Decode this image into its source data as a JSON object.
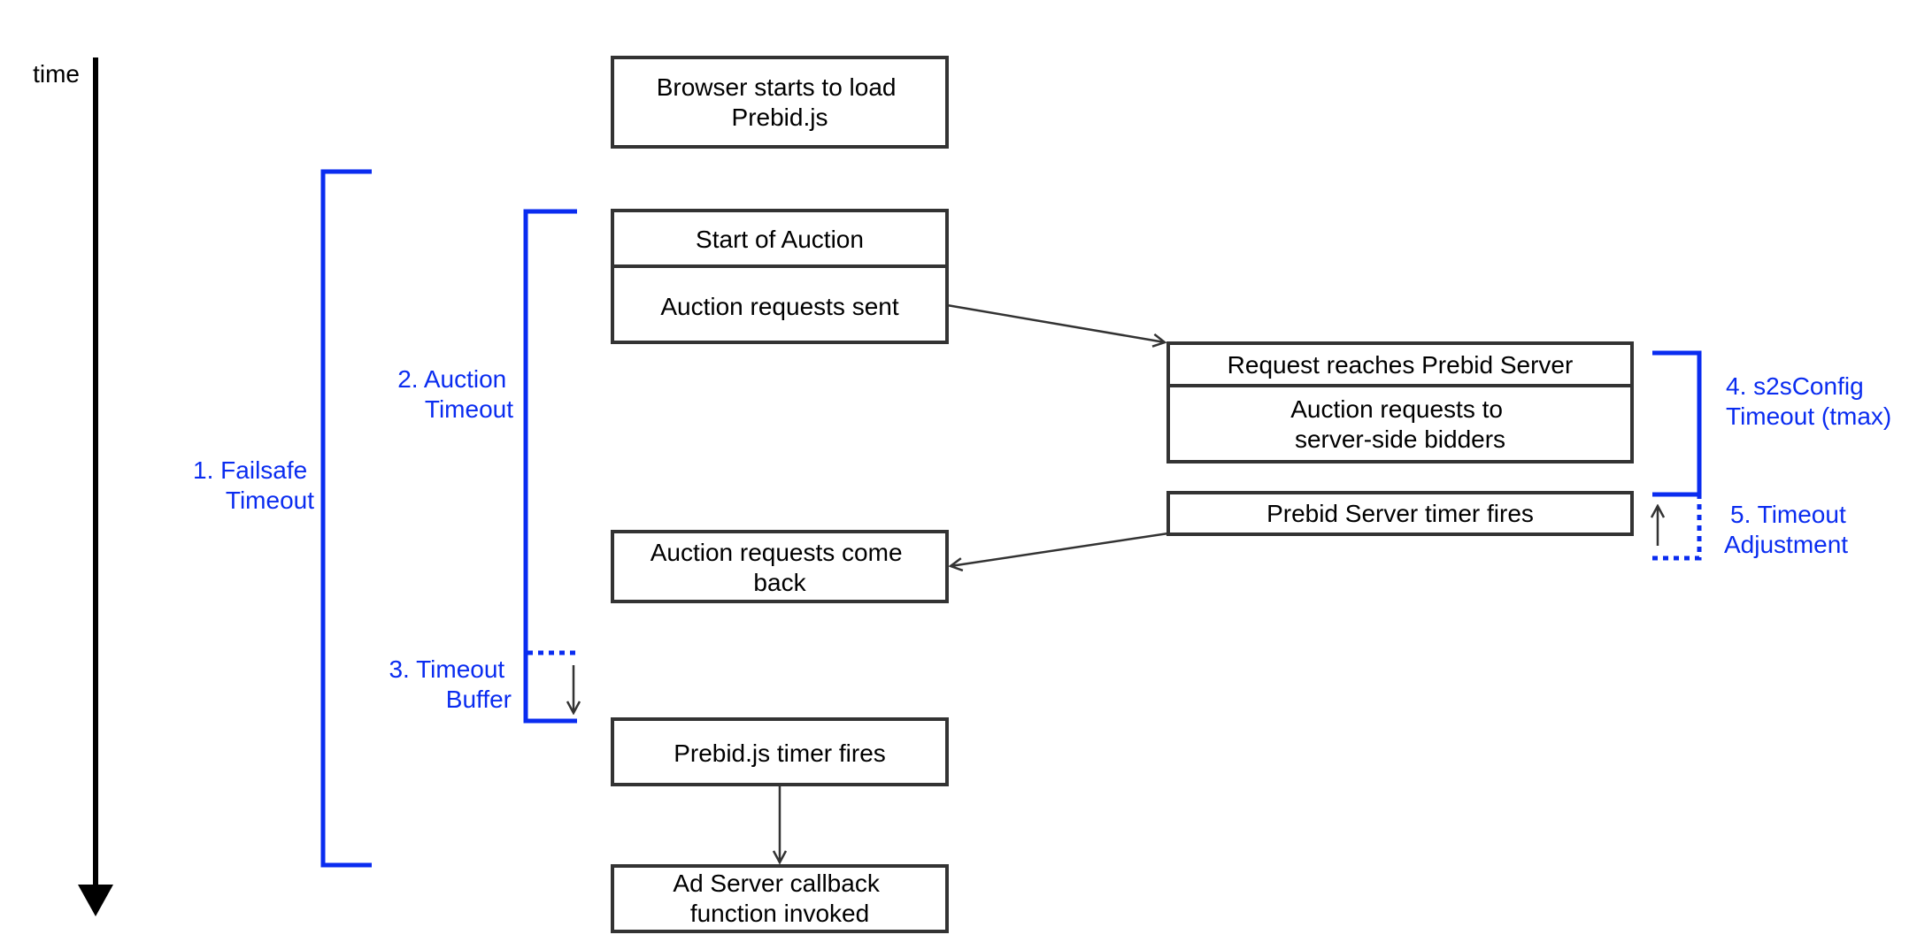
{
  "axis": {
    "label": "time"
  },
  "colors": {
    "bracket": "#0a2cf0",
    "box_border": "#333333",
    "text": "#000000",
    "arrow": "#333333"
  },
  "boxes": {
    "browser_load": [
      "Browser starts to load",
      "Prebid.js"
    ],
    "start_auction": [
      "Start of Auction"
    ],
    "requests_sent": [
      "Auction requests sent"
    ],
    "reaches_server": [
      "Request reaches Prebid Server"
    ],
    "server_bidders": [
      "Auction requests to",
      "server-side bidders"
    ],
    "server_timer": [
      "Prebid Server timer fires"
    ],
    "requests_back": [
      "Auction requests come",
      "back"
    ],
    "pbjs_timer": [
      "Prebid.js timer fires"
    ],
    "adserver_callback": [
      "Ad Server callback",
      "function invoked"
    ]
  },
  "brackets": {
    "failsafe": [
      "1. Failsafe",
      "Timeout"
    ],
    "auction_timeout": [
      "2. Auction",
      "Timeout"
    ],
    "timeout_buffer": [
      "3. Timeout",
      "Buffer"
    ],
    "s2s_timeout": [
      "4. s2sConfig",
      "Timeout (tmax)"
    ],
    "timeout_adjustment": [
      "5. Timeout",
      "Adjustment"
    ]
  }
}
